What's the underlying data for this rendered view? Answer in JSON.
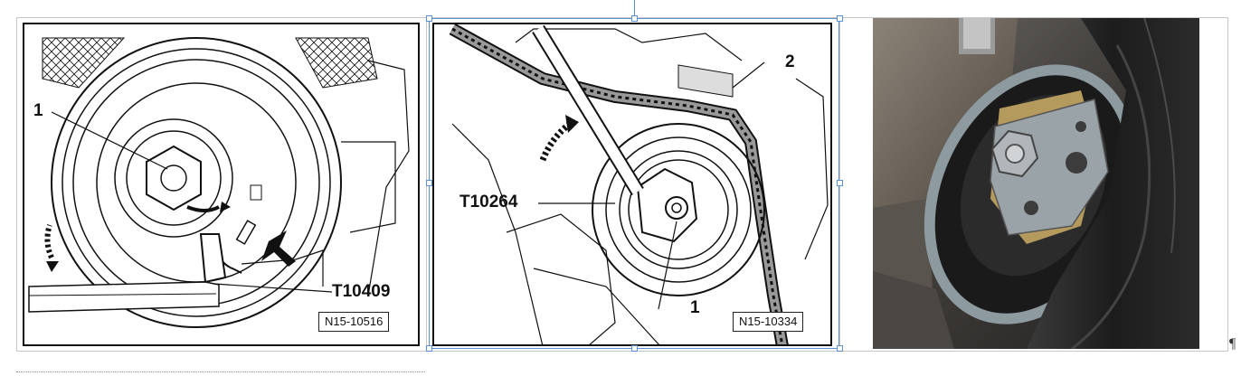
{
  "figure_left": {
    "code": "N15-10516",
    "callout_number": "1",
    "tool_label": "T10409"
  },
  "figure_middle": {
    "code": "N15-10334",
    "callout_top": "2",
    "callout_bottom": "1",
    "tool_label": "T10264"
  },
  "paragraph_mark": "¶",
  "colors": {
    "selection": "#5b8fd6",
    "line_art": "#111111",
    "table_border": "#c8c8c8"
  }
}
